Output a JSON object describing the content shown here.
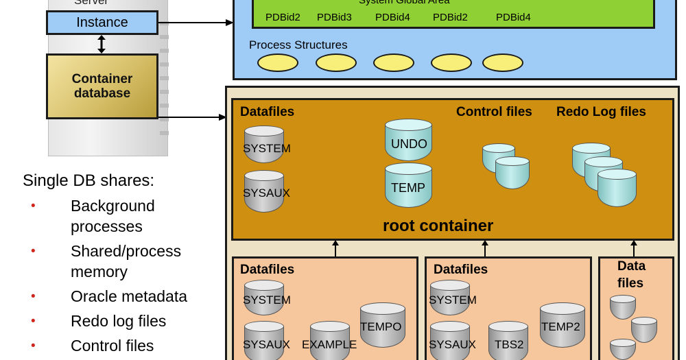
{
  "server": {
    "label": "Server",
    "instance_label": "Instance",
    "cdb_line1": "Container",
    "cdb_line2": "database"
  },
  "sga": {
    "title": "System Global Area",
    "pdbs": [
      "PDBid2",
      "PDBid3",
      "PDBid4",
      "PDBid2",
      "PDBid4"
    ]
  },
  "process_structures": {
    "title": "Process Structures",
    "ellipse_count": 5
  },
  "root_container": {
    "label": "root container",
    "datafiles_title": "Datafiles",
    "control_files_title": "Control files",
    "redo_log_title": "Redo Log files",
    "datafiles": [
      "SYSTEM",
      "SYSAUX"
    ],
    "temp_files": [
      "UNDO",
      "TEMP"
    ]
  },
  "pdb1": {
    "title": "Datafiles",
    "files": [
      "SYSTEM",
      "SYSAUX",
      "EXAMPLE",
      "TEMPO"
    ]
  },
  "pdb2": {
    "title": "Datafiles",
    "files": [
      "SYSTEM",
      "SYSAUX",
      "TBS2",
      "TEMP2"
    ]
  },
  "pdb3": {
    "title_line1": "Data",
    "title_line2": "files"
  },
  "shares": {
    "title": "Single DB shares:",
    "items": [
      {
        "line1": "Background",
        "line2": "processes"
      },
      {
        "line1": "Shared/process",
        "line2": "memory"
      },
      {
        "line1": "Oracle metadata",
        "line2": ""
      },
      {
        "line1": "Redo log files",
        "line2": ""
      },
      {
        "line1": "Control files",
        "line2": ""
      }
    ],
    "bullet_char": "•"
  },
  "colors": {
    "sga_outer": "#9fcbf7",
    "sga_inner": "#8fd135",
    "root": "#cf8f11",
    "pdb": "#f6c69c",
    "bullet": "#d0261d"
  }
}
